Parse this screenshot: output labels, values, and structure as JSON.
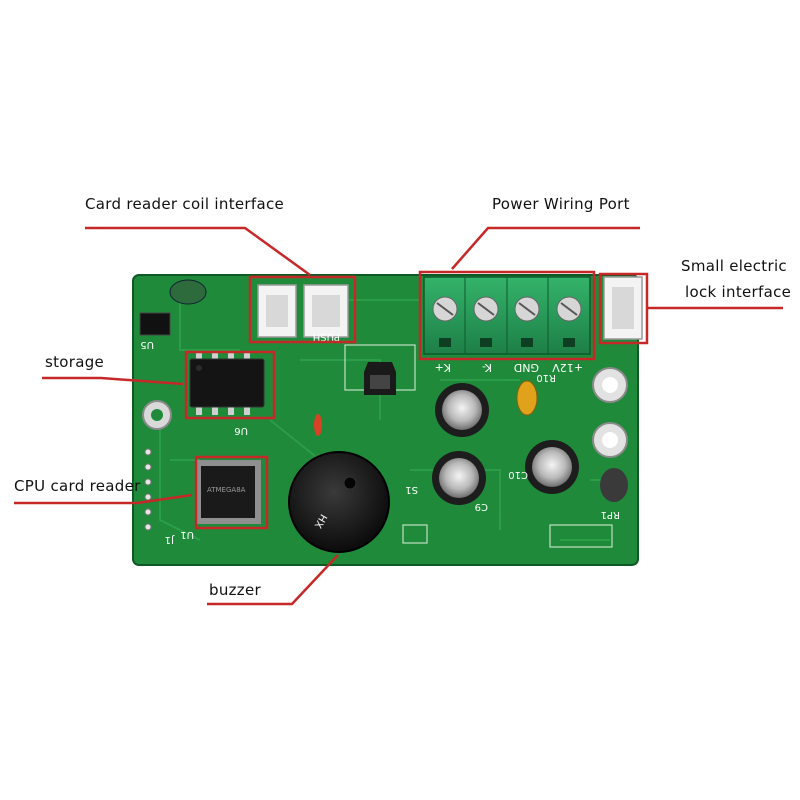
{
  "accent_color": "#c62828",
  "board_color": "#1f8a3a",
  "callouts": {
    "coil": "Card reader coil interface",
    "power": "Power Wiring Port",
    "lock_line1": "Small electric",
    "lock_line2": "lock interface",
    "storage": "storage",
    "cpu": "CPU card reader",
    "buzzer": "buzzer"
  },
  "terminal_labels": [
    "K+",
    "K-",
    "GND",
    "+12V"
  ],
  "silkscreen": {
    "u5": "U5",
    "u6": "U6",
    "u1": "U1",
    "j1": "J1",
    "c10": "C10",
    "c9": "C9",
    "r10": "R10",
    "s1": "S1",
    "rp1": "RP1",
    "push": "PUSH",
    "buzzer_marking": "HX",
    "chip_marking": "ATMEGA8A"
  }
}
